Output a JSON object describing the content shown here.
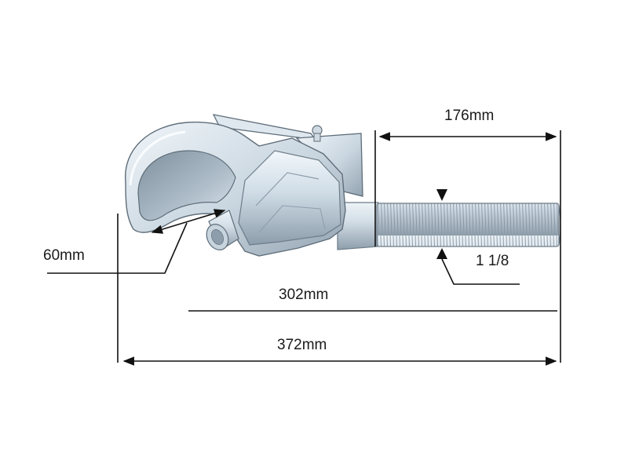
{
  "diagram": {
    "subject": "top-link-quick-hitch-hook",
    "dimensions": {
      "thread_length": "176mm",
      "hook_opening": "60mm",
      "thread_size": "1 1/8",
      "hook_to_end": "302mm",
      "overall_length": "372mm"
    }
  },
  "colors": {
    "line": "#111111",
    "metal_light": "#e4edf4",
    "metal_mid": "#b9c8d4",
    "metal_dark": "#7d8e9c",
    "outline": "#5f6e7a"
  }
}
